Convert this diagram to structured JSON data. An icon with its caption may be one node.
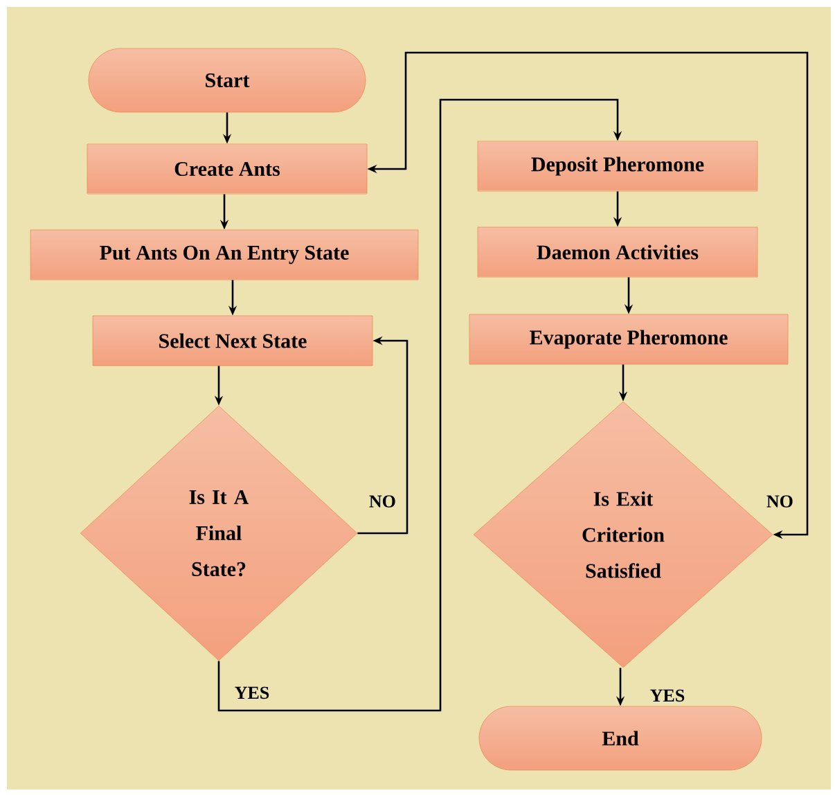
{
  "diagram": {
    "nodes": [
      {
        "text": [
          "Start"
        ]
      },
      {
        "text": [
          "Create Ants"
        ]
      },
      {
        "text": [
          "Put Ants On An Entry State"
        ]
      },
      {
        "text": [
          "Select Next State"
        ]
      },
      {
        "text": [
          "Is It A Final State?"
        ]
      },
      {
        "text": [
          "Deposit Pheromone"
        ]
      },
      {
        "text": [
          "Daemon Activities"
        ]
      },
      {
        "text": [
          "Evaporate Pheromone"
        ]
      },
      {
        "text": [
          "Is Exit Criterion Satisfied"
        ]
      },
      {
        "text": [
          "End"
        ]
      }
    ],
    "edges": [
      {
        "from": 0,
        "to": 1,
        "arrow": "to"
      },
      {
        "from": 1,
        "to": 2,
        "arrow": "to"
      },
      {
        "from": 2,
        "to": 3,
        "arrow": "to"
      },
      {
        "from": 3,
        "to": 4,
        "arrow": "to"
      },
      {
        "from": 4,
        "to": 3,
        "arrow": "to",
        "label": "NO"
      },
      {
        "from": 4,
        "to": 5,
        "arrow": "to",
        "label": "YES"
      },
      {
        "from": 5,
        "to": 6,
        "arrow": "to"
      },
      {
        "from": 6,
        "to": 7,
        "arrow": "to"
      },
      {
        "from": 7,
        "to": 8,
        "arrow": "to"
      },
      {
        "from": 8,
        "to": 1,
        "arrow": "both",
        "label": "NO"
      },
      {
        "from": 8,
        "to": 9,
        "arrow": "to",
        "label": "YES"
      }
    ]
  }
}
